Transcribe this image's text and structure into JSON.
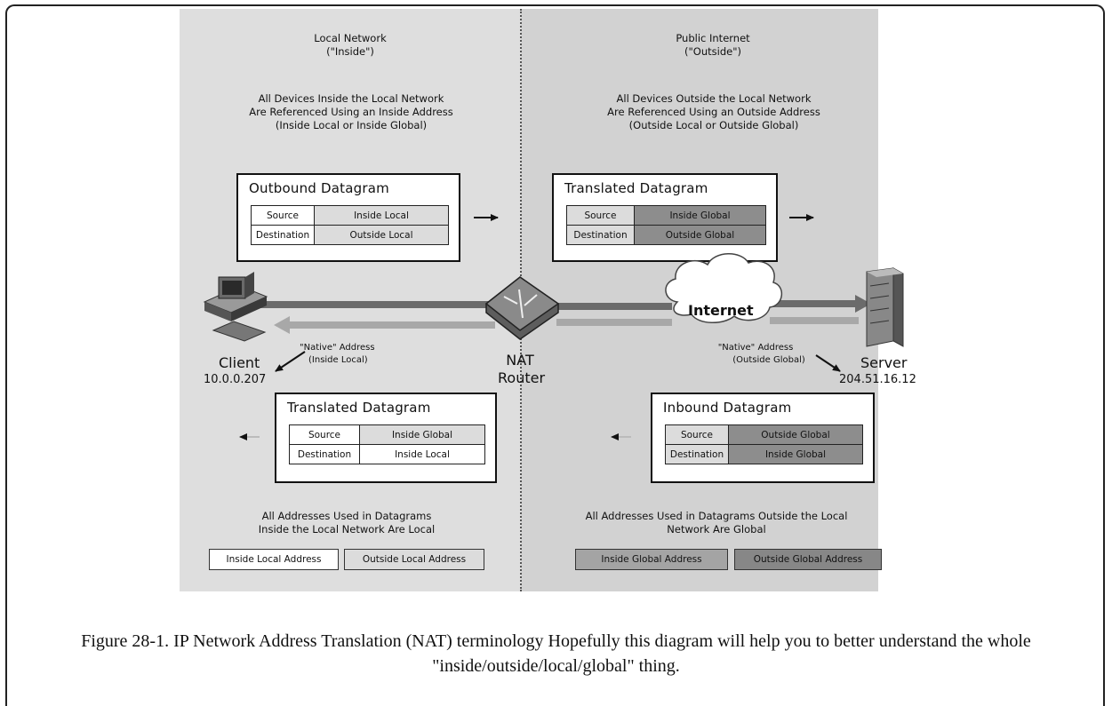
{
  "left_header": [
    "Local Network",
    "(\"Inside\")"
  ],
  "left_desc": [
    "All Devices Inside the Local Network",
    "Are Referenced Using an Inside Address",
    "(Inside Local or Inside Global)"
  ],
  "right_header": [
    "Public Internet",
    "(\"Outside\")"
  ],
  "right_desc": [
    "All Devices Outside the Local Network",
    "Are Referenced Using an Outside Address",
    "(Outside Local or Outside Global)"
  ],
  "outbound": {
    "title": "Outbound Datagram",
    "rows": [
      [
        "Source",
        "Inside Local"
      ],
      [
        "Destination",
        "Outside Local"
      ]
    ]
  },
  "translated_out": {
    "title": "Translated Datagram",
    "rows": [
      [
        "Source",
        "Inside Global"
      ],
      [
        "Destination",
        "Outside Global"
      ]
    ]
  },
  "translated_in": {
    "title": "Translated Datagram",
    "rows": [
      [
        "Source",
        "Inside Global"
      ],
      [
        "Destination",
        "Inside Local"
      ]
    ]
  },
  "inbound": {
    "title": "Inbound Datagram",
    "rows": [
      [
        "Source",
        "Outside Global"
      ],
      [
        "Destination",
        "Inside Global"
      ]
    ]
  },
  "client": {
    "name": "Client",
    "ip": "10.0.0.207",
    "native": [
      "\"Native\" Address",
      "(Inside Local)"
    ]
  },
  "server": {
    "name": "Server",
    "ip": "204.51.16.12",
    "native": [
      "\"Native\" Address",
      "(Outside Global)"
    ]
  },
  "router": [
    "NAT",
    "Router"
  ],
  "internet": "Internet",
  "left_footer": [
    "All Addresses Used in Datagrams",
    "Inside the Local Network Are Local"
  ],
  "right_footer": [
    "All Addresses Used in Datagrams Outside the Local",
    "Network Are Global"
  ],
  "legend_left": [
    "Inside Local Address",
    "Outside Local Address"
  ],
  "legend_right": [
    "Inside Global Address",
    "Outside Global Address"
  ],
  "caption": "Figure 28-1. IP Network Address Translation (NAT) terminology Hopefully this diagram will help you to better understand the whole \"inside/outside/local/global\" thing."
}
